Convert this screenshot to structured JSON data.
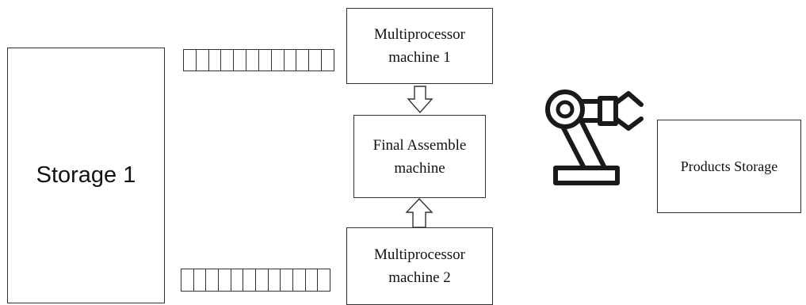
{
  "storage": {
    "label": "Storage 1"
  },
  "machines": {
    "mp1": {
      "label": "Multiprocessor\nmachine 1"
    },
    "final": {
      "label": "Final Assemble\nmachine"
    },
    "mp2": {
      "label": "Multiprocessor\nmachine 2"
    }
  },
  "products": {
    "label": "Products Storage"
  },
  "queues": {
    "top_slots": 12,
    "bottom_slots": 12
  },
  "icons": {
    "arrow_down": "hollow-arrow-down-icon",
    "arrow_up": "hollow-arrow-up-icon",
    "robot": "robotic-arm-icon"
  }
}
